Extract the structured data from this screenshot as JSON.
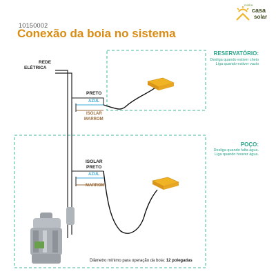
{
  "header": {
    "code": "10150002",
    "title": "Conexão da boia no sistema"
  },
  "logo": {
    "small_text": "minha",
    "brand_line1": "casa",
    "brand_line2": "solar"
  },
  "network_label": {
    "line1": "REDE",
    "line2": "ELÉTRICA"
  },
  "reservoir": {
    "title": "RESERVATÓRIO:",
    "note_line1": "Desliga quando estiver cheio",
    "note_line2": "Liga quando estiver vazio",
    "wire_black": "PRETO",
    "wire_blue": "AZUL",
    "wire_isolate": "ISOLAR",
    "wire_brown": "MARROM"
  },
  "well": {
    "title": "POÇO:",
    "note_line1": "Desliga quando falta água.",
    "note_line2": "Liga quando houver água.",
    "wire_isolate": "ISOLAR",
    "wire_black": "PRETO",
    "wire_blue": "AZUL",
    "wire_brown": "MARROM"
  },
  "footer": {
    "text": "Diâmetro mínimo para operação da boia:",
    "value": "12 polegadas"
  },
  "colors": {
    "title": "#d98b12",
    "accent": "#2aa38a",
    "blue_wire": "#3aa9d8",
    "brown_wire": "#9b6a3a",
    "float": "#e8a623"
  }
}
